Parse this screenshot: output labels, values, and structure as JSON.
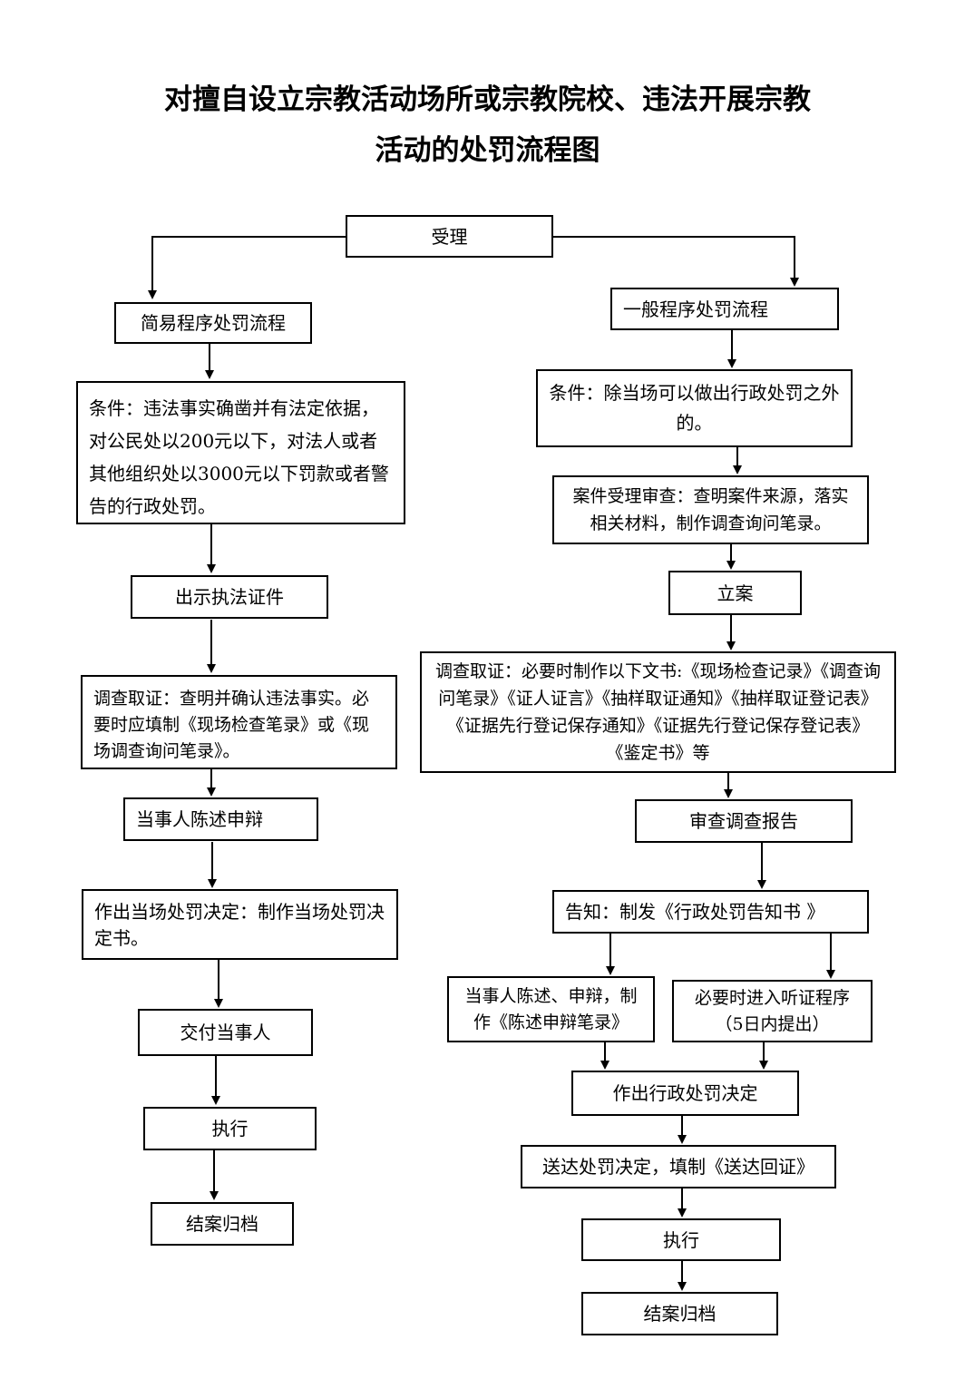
{
  "title_line1": "对擅自设立宗教活动场所或宗教院校、违法开展宗教",
  "title_line2": "活动的处罚流程图",
  "root": "受理",
  "left": {
    "header": "简易程序处罚流程",
    "condition": "条件：违法事实确凿并有法定依据，对公民处以200元以下，对法人或者其他组织处以3000元以下罚款或者警告的行政处罚。",
    "show_cert": "出示执法证件",
    "investigate": "调查取证：查明并确认违法事实。必要时应填制《现场检查笔录》或《现场调查询问笔录》。",
    "statement": "当事人陈述申辩",
    "decision": "作出当场处罚决定：制作当场处罚决定书。",
    "deliver": "交付当事人",
    "execute": "执行",
    "archive": "结案归档"
  },
  "right": {
    "header": "一般程序处罚流程",
    "condition": "条件：除当场可以做出行政处罚之外的。",
    "review": "案件受理审查：查明案件来源，落实相关材料，制作调查询问笔录。",
    "file_case": "立案",
    "investigate": "调查取证：必要时制作以下文书:《现场检查记录》《调查询问笔录》《证人证言》《抽样取证通知》《抽样取证登记表》《证据先行登记保存通知》《证据先行登记保存登记表》《鉴定书》等",
    "report": "审查调查报告",
    "notify": "告知：制发《行政处罚告知书 》",
    "statement": "当事人陈述、申辩，制作《陈述申辩笔录》",
    "hearing": "必要时进入听证程序（5日内提出）",
    "decision": "作出行政处罚决定",
    "serve": "送达处罚决定，填制《送达回证》",
    "execute": "执行",
    "archive": "结案归档"
  }
}
